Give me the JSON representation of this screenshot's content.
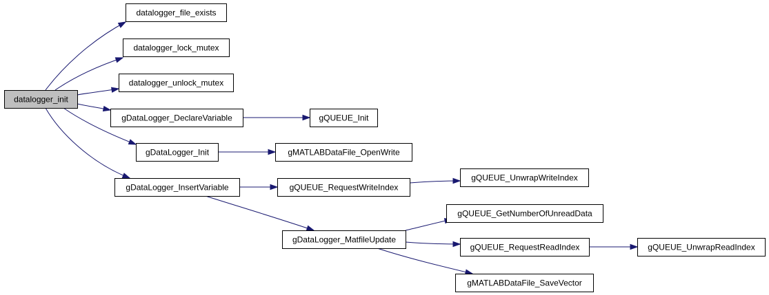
{
  "diagram": {
    "type": "call-graph",
    "nodes": [
      {
        "id": "n0",
        "label": "datalogger_init",
        "highlighted": true
      },
      {
        "id": "n1",
        "label": "datalogger_file_exists"
      },
      {
        "id": "n2",
        "label": "datalogger_lock_mutex"
      },
      {
        "id": "n3",
        "label": "datalogger_unlock_mutex"
      },
      {
        "id": "n4",
        "label": "gDataLogger_DeclareVariable"
      },
      {
        "id": "n5",
        "label": "gQUEUE_Init"
      },
      {
        "id": "n6",
        "label": "gDataLogger_Init"
      },
      {
        "id": "n7",
        "label": "gMATLABDataFile_OpenWrite"
      },
      {
        "id": "n8",
        "label": "gDataLogger_InsertVariable"
      },
      {
        "id": "n9",
        "label": "gQUEUE_RequestWriteIndex"
      },
      {
        "id": "n10",
        "label": "gQUEUE_UnwrapWriteIndex"
      },
      {
        "id": "n11",
        "label": "gDataLogger_MatfileUpdate"
      },
      {
        "id": "n12",
        "label": "gQUEUE_GetNumberOfUnreadData"
      },
      {
        "id": "n13",
        "label": "gQUEUE_RequestReadIndex"
      },
      {
        "id": "n14",
        "label": "gQUEUE_UnwrapReadIndex"
      },
      {
        "id": "n15",
        "label": "gMATLABDataFile_SaveVector"
      }
    ],
    "edges": [
      {
        "from": "n0",
        "to": "n1"
      },
      {
        "from": "n0",
        "to": "n2"
      },
      {
        "from": "n0",
        "to": "n3"
      },
      {
        "from": "n0",
        "to": "n4"
      },
      {
        "from": "n0",
        "to": "n6"
      },
      {
        "from": "n0",
        "to": "n8"
      },
      {
        "from": "n4",
        "to": "n5"
      },
      {
        "from": "n6",
        "to": "n7"
      },
      {
        "from": "n8",
        "to": "n9"
      },
      {
        "from": "n8",
        "to": "n11"
      },
      {
        "from": "n9",
        "to": "n10"
      },
      {
        "from": "n11",
        "to": "n12"
      },
      {
        "from": "n11",
        "to": "n13"
      },
      {
        "from": "n11",
        "to": "n15"
      },
      {
        "from": "n13",
        "to": "n14"
      }
    ],
    "colors": {
      "edge": "#191970",
      "root_fill": "#bfbfbf",
      "node_fill": "#ffffff",
      "border": "#000000"
    }
  }
}
